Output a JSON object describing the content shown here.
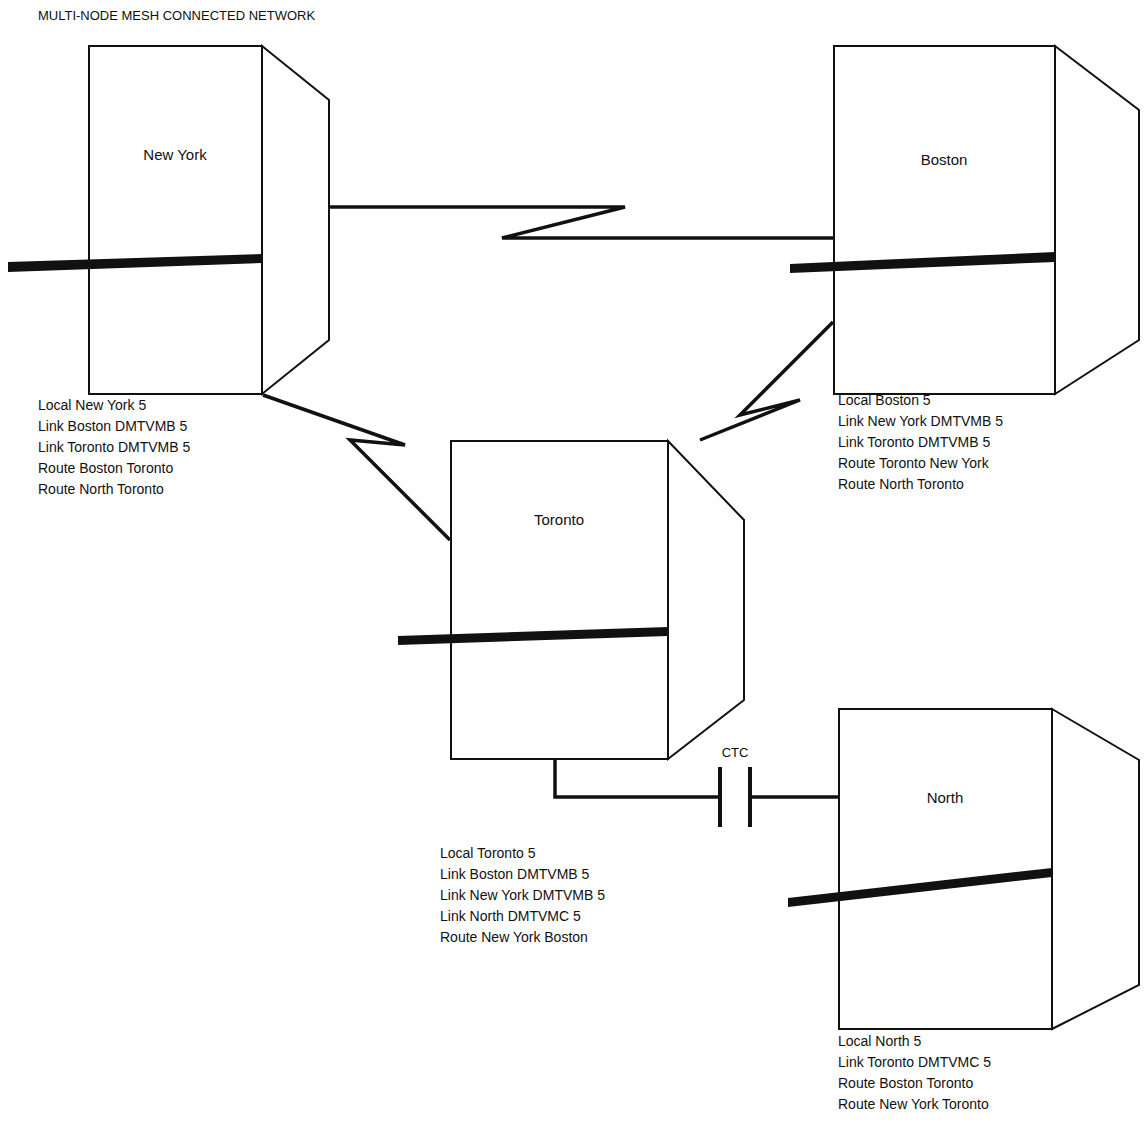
{
  "diagram": {
    "title": "MULTI-NODE MESH CONNECTED NETWORK",
    "nodes": [
      {
        "text": [
          "New York"
        ]
      },
      {
        "text": [
          "Boston"
        ]
      },
      {
        "text": [
          "Toronto"
        ]
      },
      {
        "text": [
          "North"
        ]
      }
    ],
    "edges": [
      {
        "from": 0,
        "to": 1,
        "arrow": "none"
      },
      {
        "from": 0,
        "to": 2,
        "arrow": "none"
      },
      {
        "from": 1,
        "to": 2,
        "arrow": "none"
      },
      {
        "from": 2,
        "to": 3,
        "label": "CTC",
        "arrow": "none"
      }
    ],
    "labels": [
      "Local New York 5",
      "Link Boston DMTVMB 5",
      "Link Toronto DMTVMB 5",
      "Route Boston Toronto",
      "Route North Toronto",
      "Local Boston 5",
      "Link New York DMTVMB 5",
      "Link Toronto DMTVMB 5",
      "Route Toronto New York",
      "Route North Toronto",
      "Local Toronto 5",
      "Link Boston DMTVMB 5",
      "Link New York DMTVMB 5",
      "Link North DMTVMC 5",
      "Route New York Boston",
      "Local North 5",
      "Link Toronto DMTVMC 5",
      "Route Boston Toronto",
      "Route New York Toronto"
    ]
  }
}
